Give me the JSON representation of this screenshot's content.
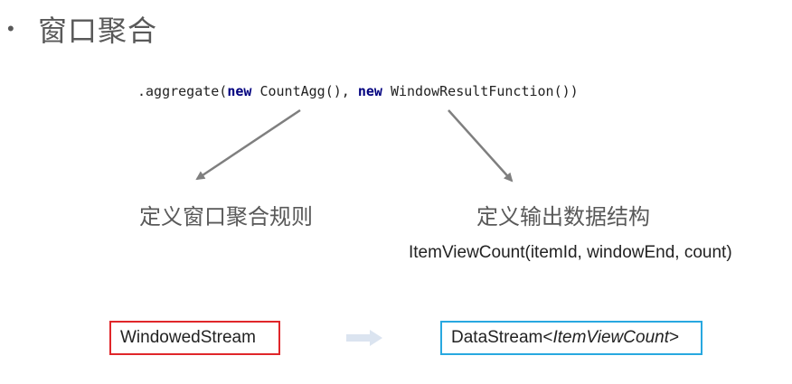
{
  "slide": {
    "bullet": "•",
    "title": "窗口聚合"
  },
  "code": {
    "prefix": ".aggregate(",
    "kw1": "new",
    "mid": " CountAgg(), ",
    "kw2": "new",
    "suffix": " WindowResultFunction())"
  },
  "labels": {
    "left": "定义窗口聚合规则",
    "right": "定义输出数据结构",
    "struct": "ItemViewCount(itemId, windowEnd, count)"
  },
  "boxes": {
    "source": "WindowedStream",
    "target_prefix": "DataStream<",
    "target_type": "ItemViewCount",
    "target_suffix": ">"
  },
  "colors": {
    "source_border": "#e0262a",
    "target_border": "#28a8e0",
    "arrow": "#7f7f7f",
    "flow_arrow": "#dbe4f0"
  }
}
